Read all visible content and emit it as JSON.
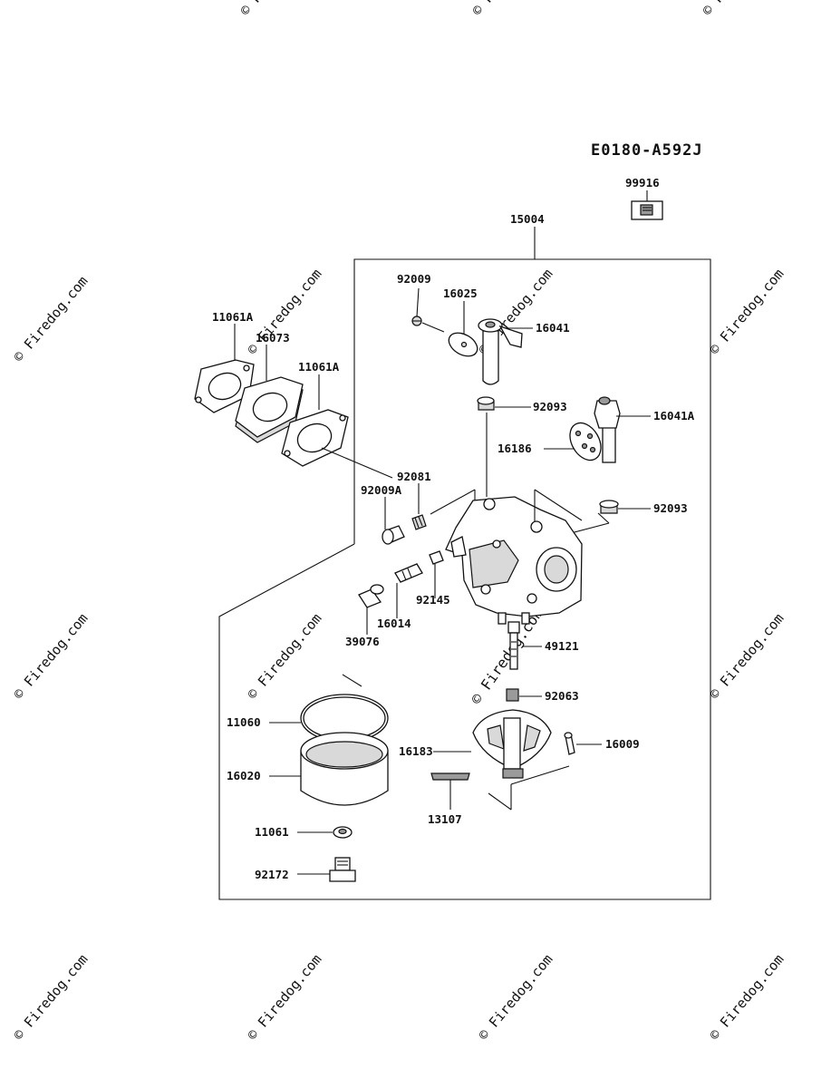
{
  "diagram_code": "E0180-A592J",
  "watermark": "© Firedog.com",
  "parts": {
    "p99916": "99916",
    "p15004": "15004",
    "p92009": "92009",
    "p16025": "16025",
    "p16041": "16041",
    "p92093a": "92093",
    "p16041A": "16041A",
    "p16186": "16186",
    "p92093b": "92093",
    "p11061A_1": "11061A",
    "p16073": "16073",
    "p11061A_2": "11061A",
    "p92081": "92081",
    "p92009A": "92009A",
    "p92145": "92145",
    "p16014": "16014",
    "p39076": "39076",
    "p49121": "49121",
    "p92063": "92063",
    "p11060": "11060",
    "p16020": "16020",
    "p16183": "16183",
    "p16009": "16009",
    "p13107": "13107",
    "p11061": "11061",
    "p92172": "92172"
  }
}
